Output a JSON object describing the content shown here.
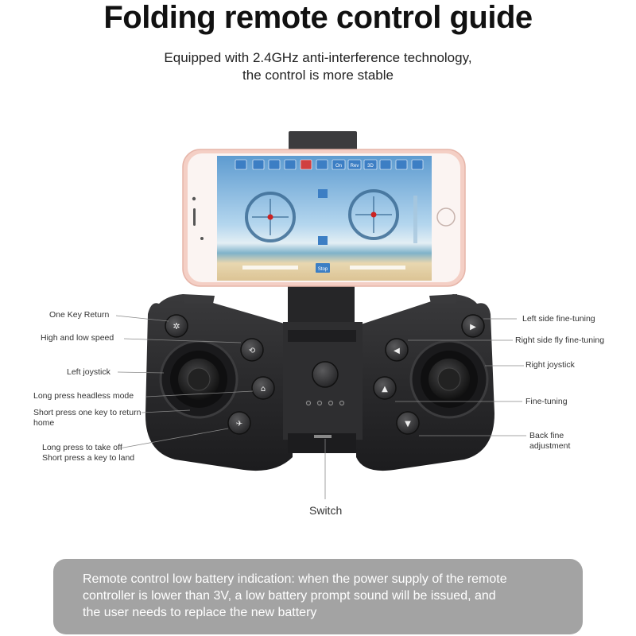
{
  "title": "Folding remote control guide",
  "subtitle": {
    "line1": "Equipped with 2.4GHz anti-interference technology,",
    "line2": "the control is more stable"
  },
  "labels": {
    "one_key_return": "One Key Return",
    "high_low_speed": "High and low speed",
    "left_joystick": "Left joystick",
    "headless_mode": "Long press headless mode",
    "return_home_1": "Short press one key to return",
    "return_home_2": "home",
    "take_off": "Long press to take off",
    "land": "Short press a key to land",
    "left_fine_tuning": "Left side fine-tuning",
    "right_fly_fine_tuning": "Right side fly fine-tuning",
    "right_joystick": "Right joystick",
    "fine_tuning": "Fine-tuning",
    "back_fine_1": "Back fine",
    "back_fine_2": "adjustment",
    "switch": "Switch"
  },
  "phone_screen": {
    "top_icons": [
      "On",
      "Rev",
      "3D"
    ],
    "stop_button": "Stop"
  },
  "note": {
    "line1": "Remote control low battery indication: when the power supply of the remote",
    "line2": "controller is lower than 3V, a low battery prompt sound will be issued, and",
    "line3": "the user needs to replace the new battery"
  },
  "colors": {
    "controller": "#2c2c2e",
    "phone_frame": "#f3c9c0",
    "sky": "#8fbfe0",
    "sand": "#e8d3a8",
    "note_bg": "#a3a3a3"
  }
}
